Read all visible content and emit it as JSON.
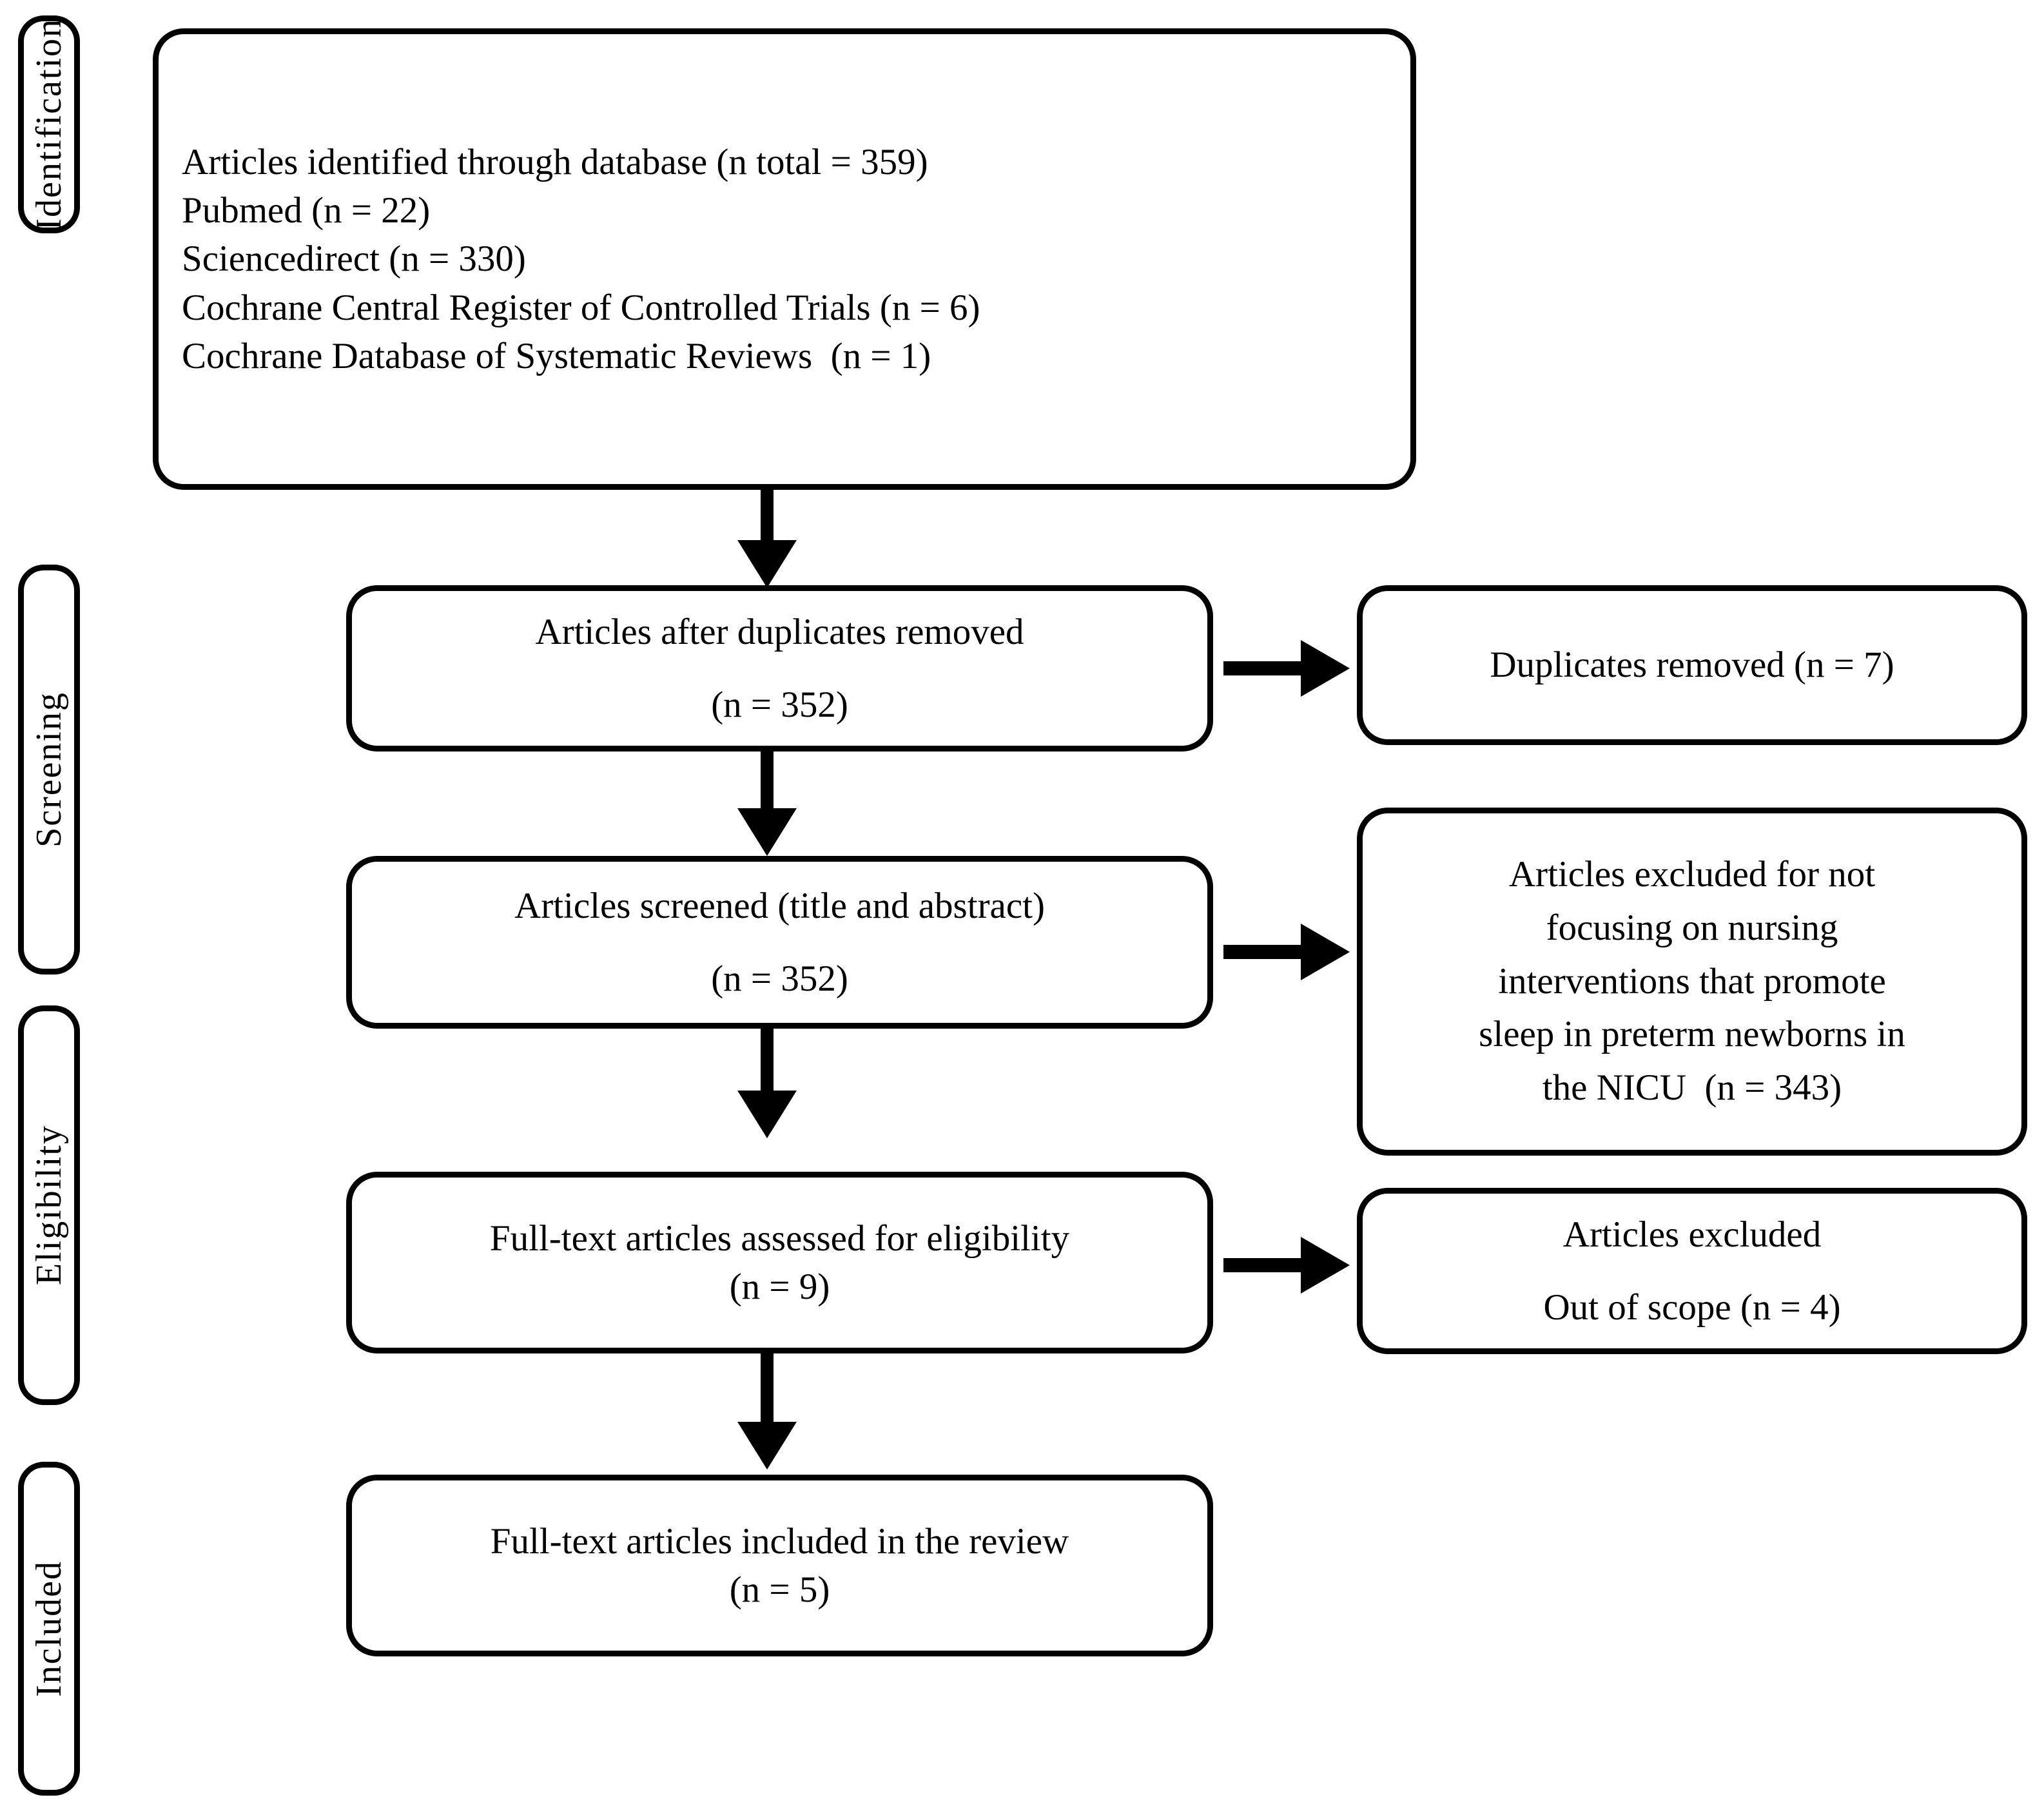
{
  "diagram": {
    "title": "PRISMA flow diagram",
    "type": "prisma-flowchart",
    "stroke_color": "#000000",
    "background_color": "#ffffff"
  },
  "stages": [
    {
      "id": "identification",
      "label": "Identification"
    },
    {
      "id": "screening",
      "label": "Screening"
    },
    {
      "id": "eligibility",
      "label": "Eligibility"
    },
    {
      "id": "included",
      "label": "Included"
    }
  ],
  "nodes": {
    "identification": {
      "lines": [
        "Articles identified through database (n total = 359)",
        "Pubmed (n = 22)",
        "Sciencedirect (n = 330)",
        "Cochrane Central Register of Controlled Trials (n = 6)",
        "Cochrane Database of Systematic Reviews  (n = 1)"
      ]
    },
    "duplicates_removed_main": {
      "line1": "Articles after duplicates removed",
      "line2": "(n = 352)"
    },
    "duplicates_removed_side": {
      "line1": "Duplicates removed (n = 7)"
    },
    "screened": {
      "line1": "Articles screened (title and abstract)",
      "line2": "(n = 352)"
    },
    "excluded_not_focusing": {
      "lines": [
        "Articles excluded for not",
        "focusing on nursing",
        "interventions that promote",
        "sleep in preterm newborns in",
        "the NICU  (n = 343)"
      ]
    },
    "eligibility_assessed": {
      "line1": "Full-text articles assessed for eligibility",
      "line2": "(n = 9)"
    },
    "excluded_out_of_scope": {
      "line1": "Articles excluded",
      "line2": "Out of scope (n = 4)"
    },
    "included_final": {
      "line1": "Full-text articles included in the review",
      "line2": "(n = 5)"
    }
  },
  "chart_data": {
    "type": "diagram",
    "title": "PRISMA flow diagram",
    "counts": {
      "identified_total": 359,
      "pubmed": 22,
      "sciencedirect": 330,
      "cochrane_central_register_of_controlled_trials": 6,
      "cochrane_database_of_systematic_reviews": 1,
      "after_duplicates_removed": 352,
      "duplicates_removed": 7,
      "screened_title_and_abstract": 352,
      "excluded_not_focusing_on_nursing_interventions": 343,
      "full_text_assessed_for_eligibility": 9,
      "excluded_out_of_scope": 4,
      "included_in_review": 5
    }
  }
}
